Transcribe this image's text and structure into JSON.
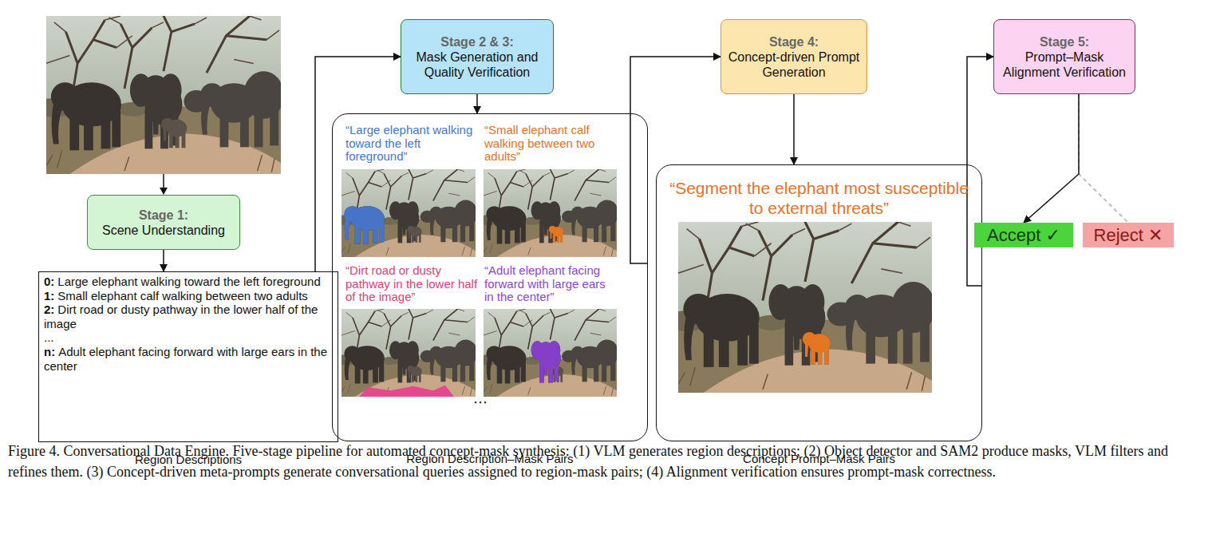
{
  "diagram": {
    "caption": "Figure 4. Conversational Data Engine. Five-stage pipeline for automated concept-mask synthesis: (1) VLM generates region descriptions; (2) Object detector and SAM2 produce masks, VLM filters and refines them. (3) Concept-driven meta-prompts generate conversational queries assigned to region-mask pairs; (4) Alignment verification ensures prompt-mask correctness.",
    "nodes": [
      {
        "text": [
          "Stage 1:",
          "Scene Understanding"
        ]
      },
      {
        "text": [
          "0:",
          "Large elephant walking toward the left foreground",
          "1:",
          "Small elephant calf walking between two adults",
          "2:",
          "Dirt road or dusty pathway in the lower half of the image",
          "...",
          "n:",
          "Adult elephant facing forward with large ears in the center",
          "Region Descriptions"
        ]
      },
      {
        "text": [
          "Stage 2 & 3:",
          "Mask Generation and Quality Verification"
        ]
      },
      {
        "text": [
          "“Large elephant walking toward the left foreground”",
          "“Small elephant calf walking between two adults”",
          "“Dirt road or dusty pathway in the lower half of the image”",
          "“Adult elephant facing forward with large ears in the center”",
          "⋯",
          "Region Description–Mask Pairs"
        ]
      },
      {
        "text": [
          "Stage 4:",
          "Concept-driven Prompt Generation"
        ]
      },
      {
        "text": [
          "“Segment the elephant most susceptible to external threats”",
          "Concept Prompt–Mask Pairs"
        ]
      },
      {
        "text": [
          "Stage 5:",
          "Prompt–Mask Alignment Verification"
        ]
      },
      {
        "text": [
          "Accept ✓"
        ]
      },
      {
        "text": [
          "Reject ✕"
        ]
      }
    ],
    "edges": [
      {
        "from": 0,
        "to": 1,
        "arrow": "to"
      },
      {
        "from": 1,
        "to": 2,
        "arrow": "to"
      },
      {
        "from": 2,
        "to": 3,
        "arrow": "to"
      },
      {
        "from": 3,
        "to": 4,
        "arrow": "to"
      },
      {
        "from": 4,
        "to": 5,
        "arrow": "to"
      },
      {
        "from": 5,
        "to": 6,
        "arrow": "to"
      },
      {
        "from": 6,
        "to": 7,
        "arrow": "to"
      },
      {
        "from": 6,
        "to": 8,
        "arrow": "none"
      }
    ]
  }
}
